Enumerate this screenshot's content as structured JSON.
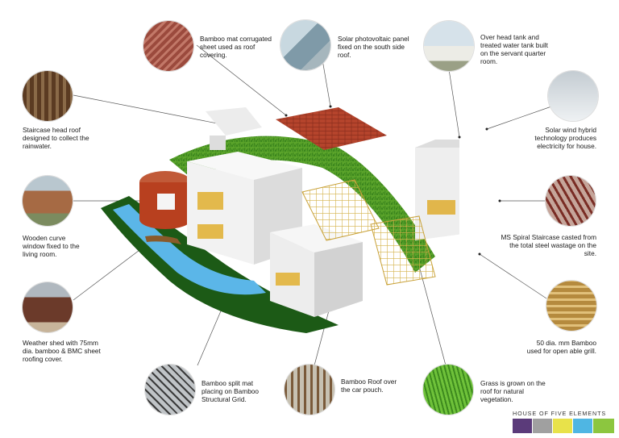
{
  "callouts": [
    {
      "id": "roof-covering",
      "text": "Bamboo mat corrugated sheet used as roof covering."
    },
    {
      "id": "solar-panel",
      "text": "Solar photovoltaic panel fixed on the south side roof."
    },
    {
      "id": "water-tank",
      "text": "Over head tank and treated water tank built on the servant quarter room."
    },
    {
      "id": "staircase-roof",
      "text": "Staircase head roof designed to collect the rainwater."
    },
    {
      "id": "solar-wind",
      "text": "Solar wind hybrid technology produces electricity for house."
    },
    {
      "id": "curve-window",
      "text": "Wooden curve window fixed to the living room."
    },
    {
      "id": "spiral-staircase",
      "text": "MS Spiral Staircase casted from the total steel wastage on the site."
    },
    {
      "id": "weather-shed",
      "text": "Weather shed with 75mm dia. bamboo & BMC sheet roofing cover."
    },
    {
      "id": "bamboo-grill",
      "text": "50 dia. mm Bamboo used for open able grill."
    },
    {
      "id": "split-mat",
      "text": "Bamboo split mat placing on Bamboo Structural Grid."
    },
    {
      "id": "car-pouch",
      "text": "Bamboo Roof over the car pouch."
    },
    {
      "id": "grass-roof",
      "text": "Grass is grown on the roof  for natural vegetation."
    }
  ],
  "logo": {
    "text": "HOUSE OF FIVE ELEMENTS"
  },
  "colors": {
    "grass": "#5aa32a",
    "roof_tile": "#b5442c",
    "water": "#5bb6e8",
    "wall": "#f2f2f2",
    "curve_wall": "#b8401f"
  }
}
